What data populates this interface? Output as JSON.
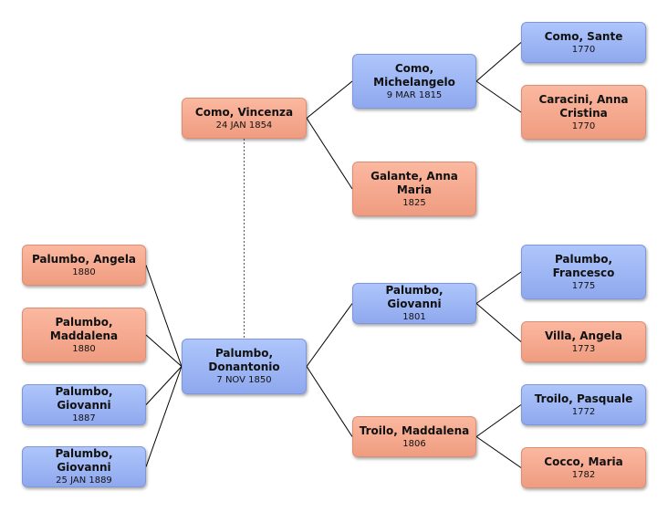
{
  "people": {
    "vincenza": {
      "name": "Como, Vincenza",
      "date": "24 JAN 1854",
      "sex": "female"
    },
    "michelangelo": {
      "name": "Como, Michelangelo",
      "date": "9 MAR 1815",
      "sex": "male"
    },
    "sante": {
      "name": "Como, Sante",
      "date": "1770",
      "sex": "male"
    },
    "anna_cristina": {
      "name": "Caracini, Anna Cristina",
      "date": "1770",
      "sex": "female"
    },
    "anna_maria": {
      "name": "Galante, Anna Maria",
      "date": "1825",
      "sex": "female"
    },
    "angela": {
      "name": "Palumbo, Angela",
      "date": "1880",
      "sex": "female"
    },
    "maddalena_p": {
      "name": "Palumbo, Maddalena",
      "date": "1880",
      "sex": "female"
    },
    "giovanni_1887": {
      "name": "Palumbo, Giovanni",
      "date": "1887",
      "sex": "male"
    },
    "giovanni_1889": {
      "name": "Palumbo, Giovanni",
      "date": "25 JAN 1889",
      "sex": "male"
    },
    "donantonio": {
      "name": "Palumbo, Donantonio",
      "date": "7 NOV 1850",
      "sex": "male"
    },
    "giovanni_1801": {
      "name": "Palumbo, Giovanni",
      "date": "1801",
      "sex": "male"
    },
    "francesco": {
      "name": "Palumbo, Francesco",
      "date": "1775",
      "sex": "male"
    },
    "villa_angela": {
      "name": "Villa, Angela",
      "date": "1773",
      "sex": "female"
    },
    "maddalena_t": {
      "name": "Troilo, Maddalena",
      "date": "1806",
      "sex": "female"
    },
    "pasquale": {
      "name": "Troilo, Pasquale",
      "date": "1772",
      "sex": "male"
    },
    "cocco": {
      "name": "Cocco, Maria",
      "date": "1782",
      "sex": "female"
    }
  },
  "links": [
    {
      "from": "vincenza",
      "to": "michelangelo"
    },
    {
      "from": "vincenza",
      "to": "anna_maria"
    },
    {
      "from": "michelangelo",
      "to": "sante"
    },
    {
      "from": "michelangelo",
      "to": "anna_cristina"
    },
    {
      "from": "donantonio",
      "to": "giovanni_1801"
    },
    {
      "from": "donantonio",
      "to": "maddalena_t"
    },
    {
      "from": "giovanni_1801",
      "to": "francesco"
    },
    {
      "from": "giovanni_1801",
      "to": "villa_angela"
    },
    {
      "from": "maddalena_t",
      "to": "pasquale"
    },
    {
      "from": "maddalena_t",
      "to": "cocco"
    },
    {
      "from": "angela",
      "to": "donantonio"
    },
    {
      "from": "maddalena_p",
      "to": "donantonio"
    },
    {
      "from": "giovanni_1887",
      "to": "donantonio"
    },
    {
      "from": "giovanni_1889",
      "to": "donantonio"
    }
  ],
  "spouse_links": [
    {
      "a": "vincenza",
      "b": "donantonio"
    }
  ]
}
